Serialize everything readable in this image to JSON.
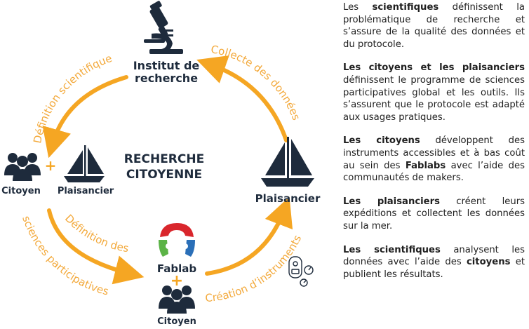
{
  "colors": {
    "arrow": "#f5a623",
    "navy": "#1e2b3c",
    "fablab_red": "#d9262c",
    "fablab_green": "#5bb346",
    "fablab_blue": "#2a6fb8"
  },
  "nodes": {
    "institut_line1": "Institut de",
    "institut_line2": "recherche",
    "citoyen_left": "Citoyen",
    "plus_left": "+",
    "plaisancier_left": "Plaisancier",
    "plaisancier_right": "Plaisancier",
    "fablab": "Fablab",
    "plus_bottom": "+",
    "citoyen_bottom": "Citoyen"
  },
  "center": {
    "line1": "RECHERCHE",
    "line2": "CITOYENNE"
  },
  "arcs": {
    "definition_scientifique": "Définition scientifique",
    "collecte_donnees": "Collecte des données",
    "definition_des": "Définition des",
    "sciences_participatives": "sciences participatives",
    "creation_instruments": "Création d’instruments"
  },
  "paragraphs": [
    {
      "parts": [
        {
          "text": "Les ",
          "bold": false
        },
        {
          "text": "scientifiques",
          "bold": true
        },
        {
          "text": " définissent la problématique de recherche et s’assure de la qualité des données et du protocole.",
          "bold": false
        }
      ]
    },
    {
      "parts": [
        {
          "text": "Les citoyens et les plaisanciers",
          "bold": true
        },
        {
          "text": " définissent le programme de sciences participatives global et les outils. Ils s’assurent que le protocole est adapté aux usages pratiques.",
          "bold": false
        }
      ]
    },
    {
      "parts": [
        {
          "text": "Les citoyens",
          "bold": true
        },
        {
          "text": " développent des instruments accessibles et à bas coût au sein des ",
          "bold": false
        },
        {
          "text": "Fablabs",
          "bold": true
        },
        {
          "text": " avec l’aide des communautés de makers.",
          "bold": false
        }
      ]
    },
    {
      "parts": [
        {
          "text": "Les plaisanciers",
          "bold": true
        },
        {
          "text": " créent leurs expéditions et collectent les données sur la mer.",
          "bold": false
        }
      ]
    },
    {
      "parts": [
        {
          "text": "Les scientifiques",
          "bold": true
        },
        {
          "text": " analysent les données avec l’aide des ",
          "bold": false
        },
        {
          "text": "citoyens",
          "bold": true
        },
        {
          "text": " et publient les résultats.",
          "bold": false
        }
      ]
    }
  ]
}
